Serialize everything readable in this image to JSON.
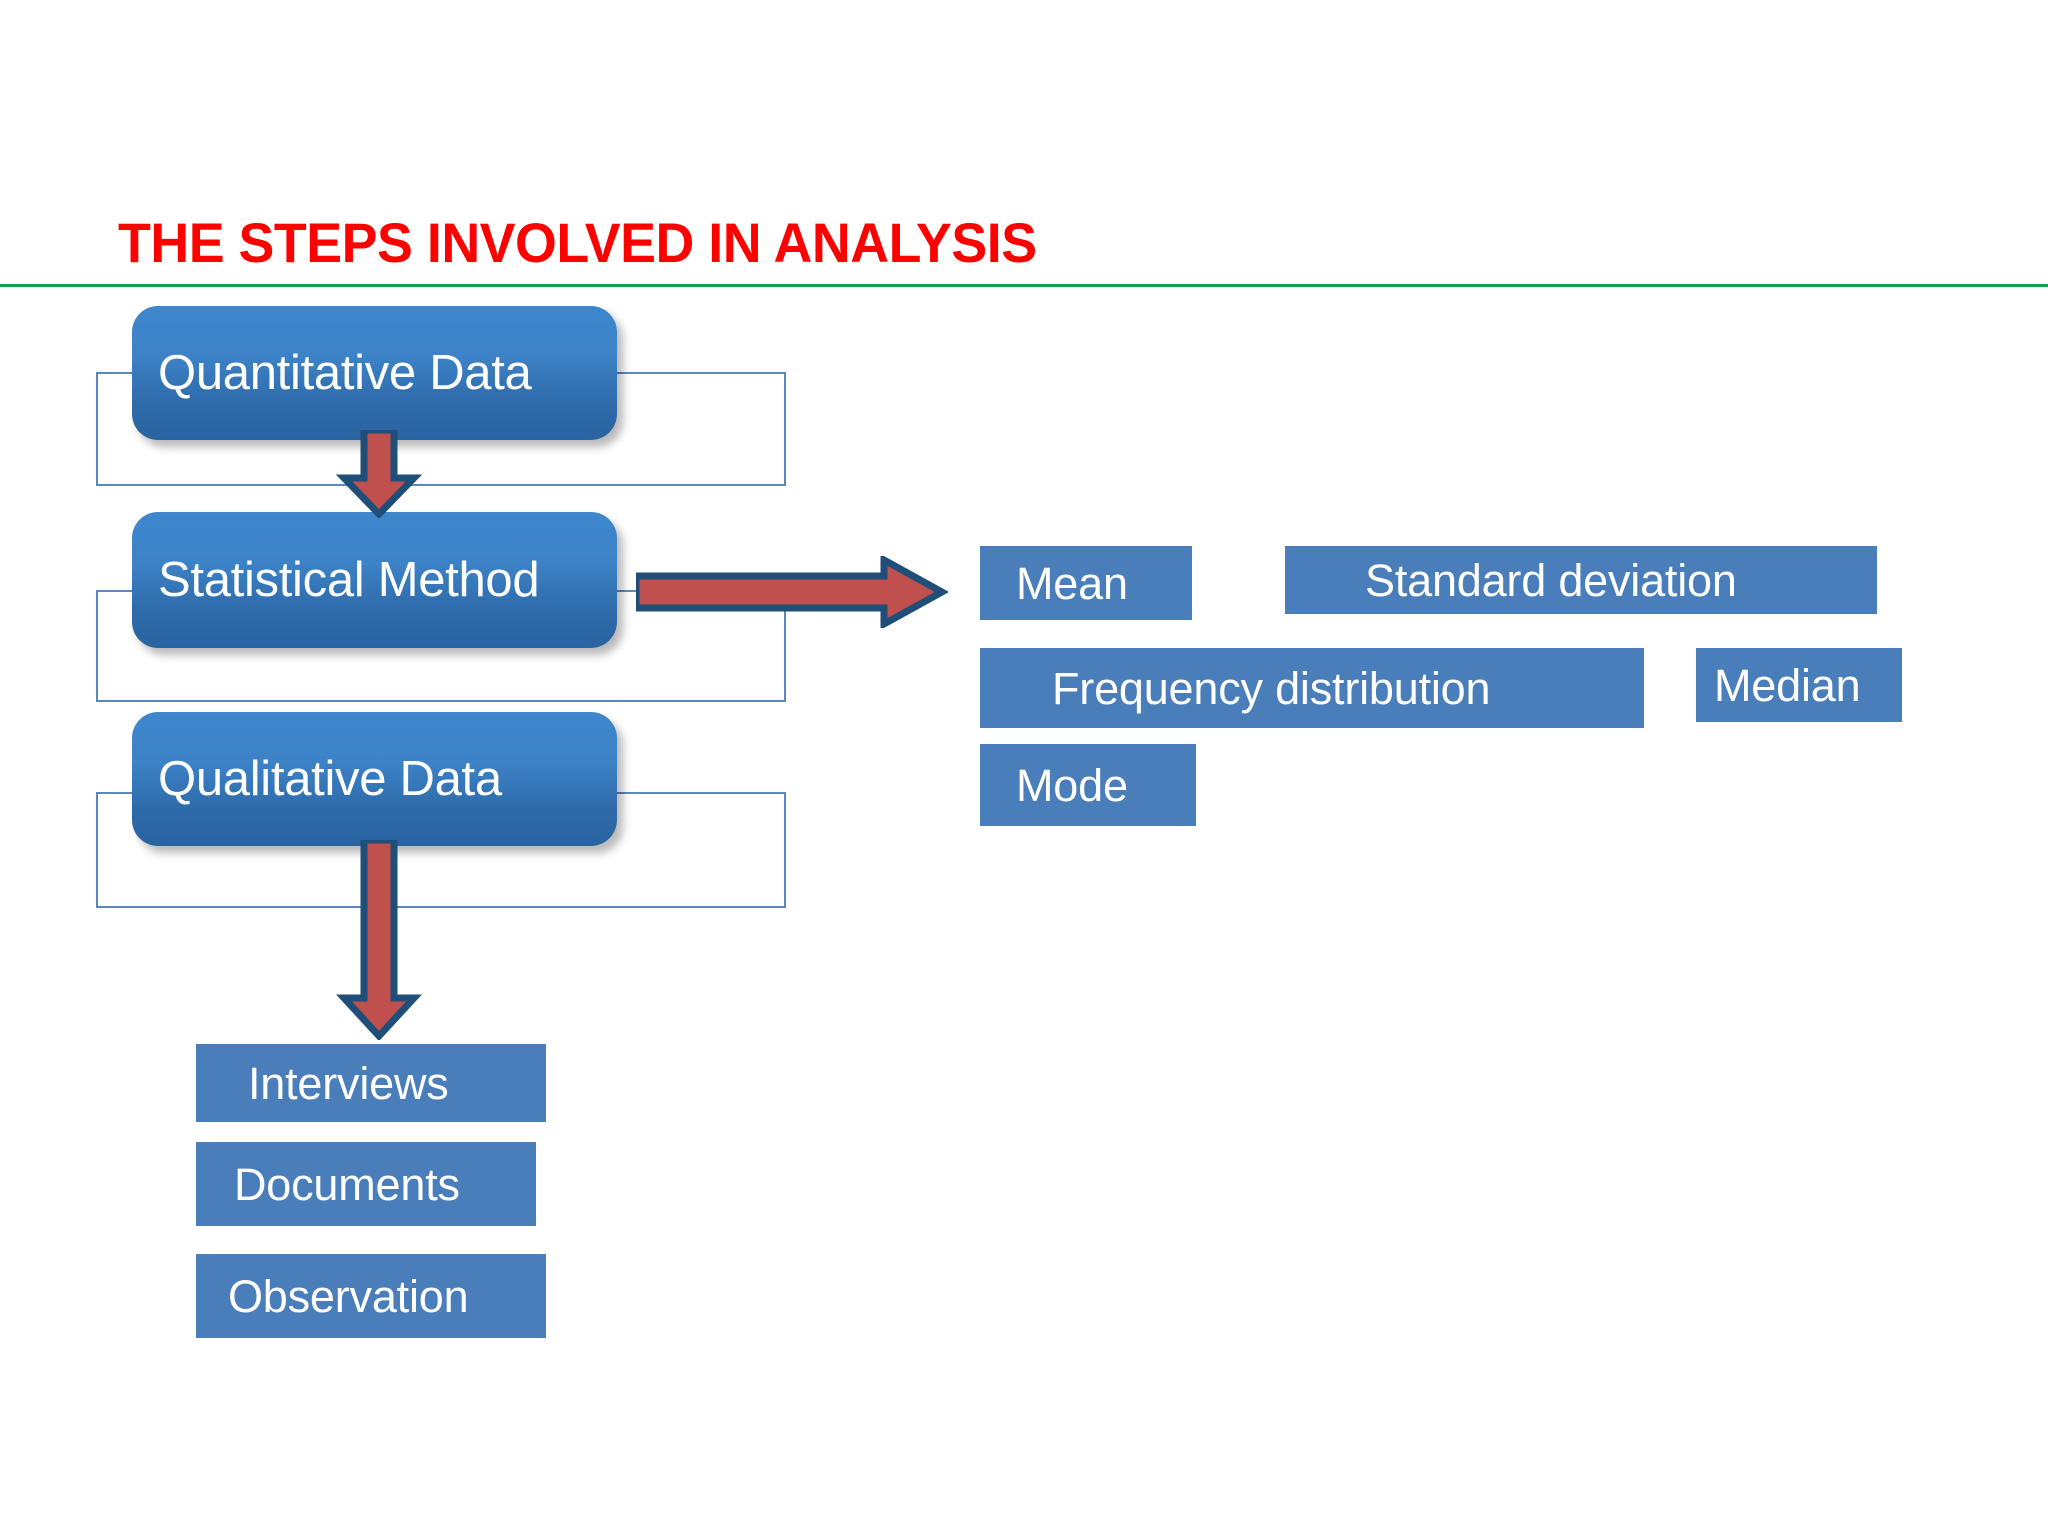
{
  "slide": {
    "title": "THE STEPS INVOLVED IN ANALYSIS",
    "accent_red": "#FF0000",
    "accent_green": "#15A24A",
    "box_blue": "#4A7EBB",
    "arrow_red": "#C0504D",
    "arrow_outline_blue": "#1F4E79",
    "background": "#FFFFFF"
  },
  "flow": {
    "process_boxes": [
      {
        "label": "Quantitative Data"
      },
      {
        "label": "Statistical Method"
      },
      {
        "label": "Qualitative Data"
      }
    ],
    "arrows": [
      {
        "name": "quantitative-to-statistical",
        "direction": "down"
      },
      {
        "name": "statistical-to-methods",
        "direction": "right"
      },
      {
        "name": "qualitative-to-sources",
        "direction": "down"
      }
    ]
  },
  "statistical_methods": [
    {
      "label": "Mean"
    },
    {
      "label": "Standard deviation"
    },
    {
      "label": "Frequency distribution"
    },
    {
      "label": "Median"
    },
    {
      "label": "Mode"
    }
  ],
  "qualitative_sources": [
    {
      "label": "Interviews"
    },
    {
      "label": "Documents"
    },
    {
      "label": "Observation"
    }
  ]
}
